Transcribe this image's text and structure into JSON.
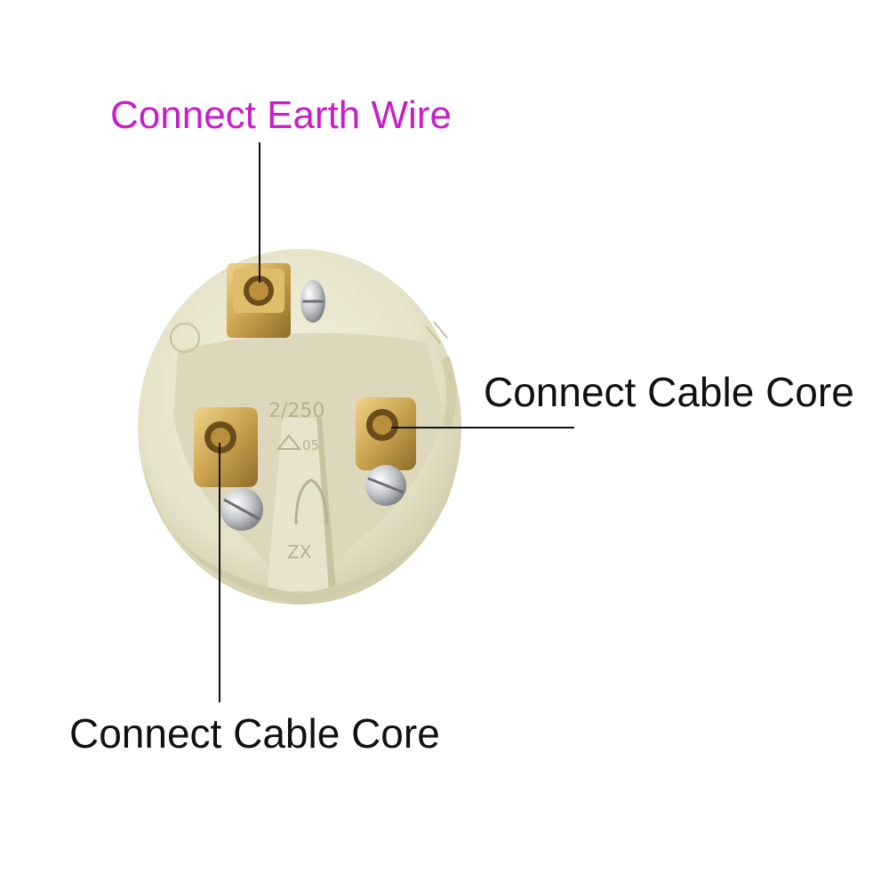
{
  "labels": {
    "earth_wire": "Connect Earth Wire",
    "cable_core_right": "Connect Cable Core",
    "cable_core_bottom": "Connect Cable Core"
  },
  "embossed_markings": {
    "rating": "2/250",
    "mark_code": "05",
    "maker": "ZX"
  },
  "colors": {
    "background": "#ffffff",
    "earth_label": "#c81ec8",
    "core_label": "#111111",
    "leader_line": "#111111",
    "ceramic_body": "#e9e6cf",
    "ceramic_shadow": "#cfcaa9",
    "brass": "#c9a24e",
    "screw_steel": "#b9bcbf"
  }
}
